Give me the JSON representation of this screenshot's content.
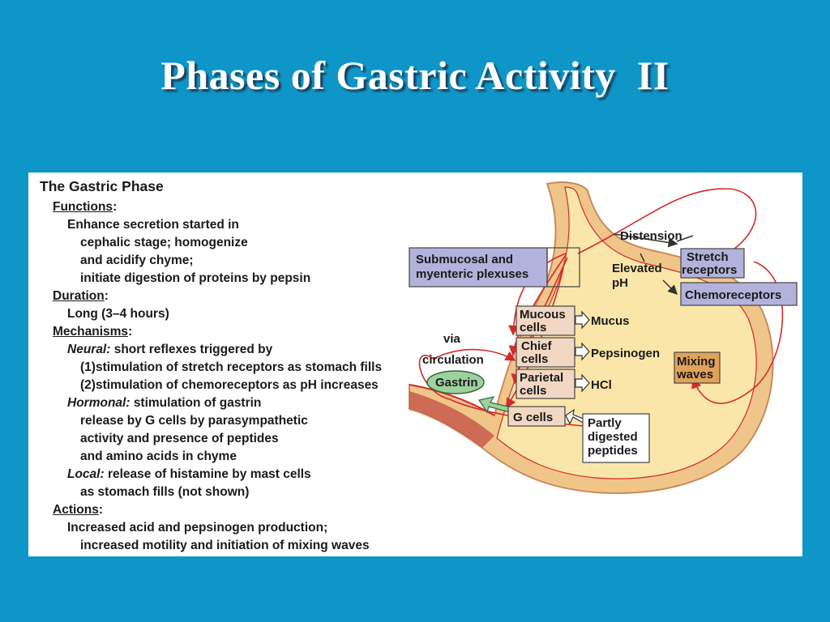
{
  "slide": {
    "title": "Phases of Gastric Activity  II"
  },
  "text_panel": {
    "heading": "The Gastric Phase",
    "functions_label": "Functions",
    "functions_lines": [
      "Enhance secretion started in",
      "cephalic stage; homogenize",
      "and acidify chyme;",
      "initiate digestion of  proteins by pepsin"
    ],
    "duration_label": "Duration",
    "duration_value": "Long (3–4 hours)",
    "mechanisms_label": "Mechanisms",
    "neural_label": "Neural:",
    "neural_text": "short reflexes triggered by",
    "neural_lines": [
      "(1)stimulation of stretch receptors as stomach fills",
      "(2)stimulation of chemoreceptors as pH increases"
    ],
    "hormonal_label": "Hormonal:",
    "hormonal_text": "stimulation of gastrin",
    "hormonal_lines": [
      "release by G cells by parasympathetic",
      "activity and presence of peptides",
      "and amino acids in chyme"
    ],
    "local_label": "Local:",
    "local_text": "release of  histamine by mast cells",
    "local_lines": [
      "as stomach fills (not shown)"
    ],
    "actions_label": "Actions",
    "actions_lines": [
      "Increased acid and pepsinogen production;",
      "increased motility and initiation of mixing waves"
    ]
  },
  "diagram": {
    "plexuses": [
      "Submucosal and",
      "myenteric plexuses"
    ],
    "distension": "Distension",
    "stretch_receptors": [
      "Stretch",
      "receptors"
    ],
    "elevated_ph": [
      "Elevated",
      "pH"
    ],
    "chemoreceptors": "Chemoreceptors",
    "mucous_cells": [
      "Mucous",
      "cells"
    ],
    "mucus": "Mucus",
    "chief_cells": [
      "Chief",
      "cells"
    ],
    "pepsinogen": "Pepsinogen",
    "parietal_cells": [
      "Parietal",
      "cells"
    ],
    "hcl": "HCl",
    "mixing_waves": [
      "Mixing",
      "waves"
    ],
    "via_circulation": [
      "via",
      "circulation"
    ],
    "gastrin": "Gastrin",
    "g_cells": "G cells",
    "peptides": [
      "Partly",
      "digested",
      "peptides"
    ],
    "colors": {
      "background": "#0f96c8",
      "stomach_fill": "#fbe6aa",
      "stomach_wall": "#f0c58a",
      "nerve_red": "#d42a2a",
      "plexus_box": "#b3b2dc",
      "cell_box": "#f2d7c2",
      "mixing_box": "#e0a259",
      "gastrin_oval": "#9ed0a0"
    }
  }
}
